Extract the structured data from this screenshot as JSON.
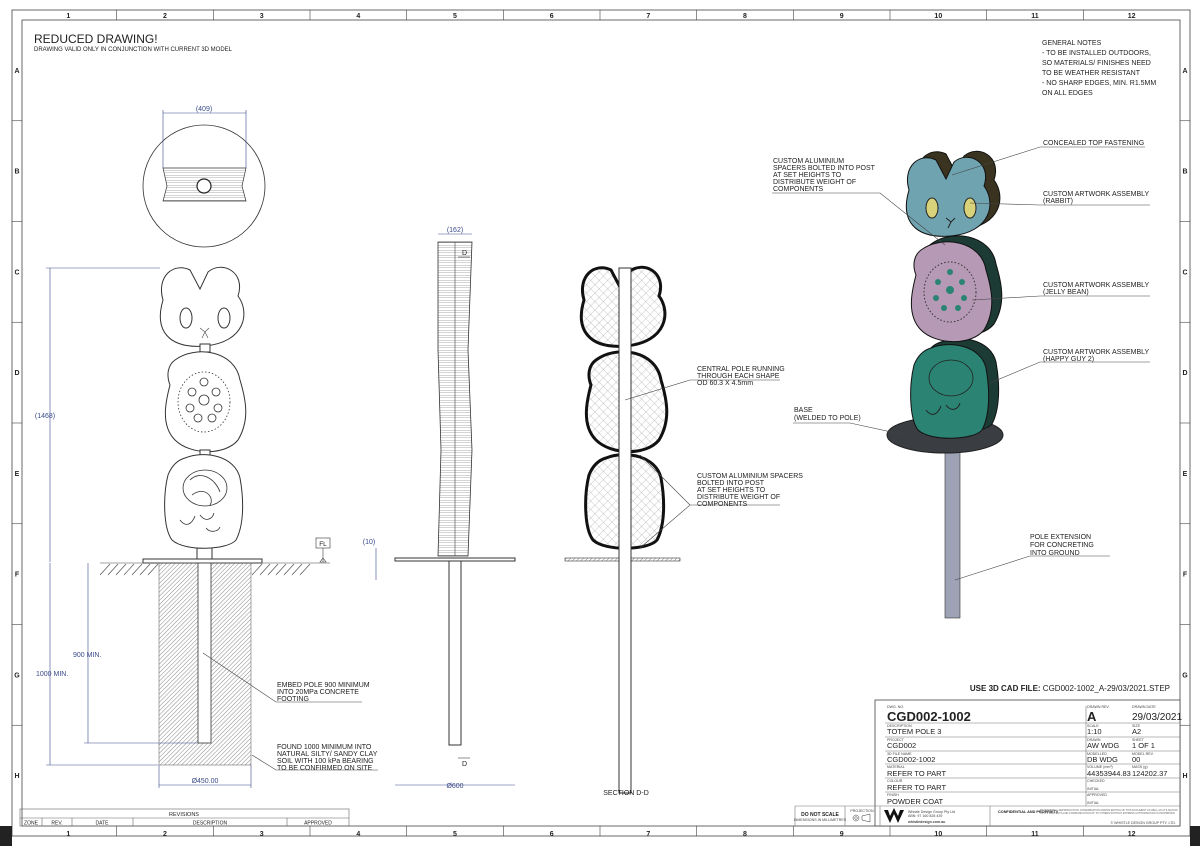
{
  "sheet": {
    "columns": [
      "1",
      "2",
      "3",
      "4",
      "5",
      "6",
      "7",
      "8",
      "9",
      "10",
      "11",
      "12"
    ],
    "rows": [
      "A",
      "B",
      "C",
      "D",
      "E",
      "F",
      "G",
      "H"
    ]
  },
  "header": {
    "title": "REDUCED DRAWING!",
    "subtitle": "DRAWING VALID ONLY IN CONJUNCTION WITH CURRENT 3D MODEL"
  },
  "general_notes": [
    "GENERAL NOTES",
    "- TO BE INSTALLED OUTDOORS,",
    "SO MATERIALS/ FINISHES NEED",
    "TO BE WEATHER RESISTANT",
    "- NO SHARP EDGES, MIN. R1.5MM",
    "ON ALL EDGES"
  ],
  "dimensions": {
    "top_width": "409",
    "height": "1468",
    "embed_depth": "900 MIN.",
    "footing_depth": "1000 MIN.",
    "footing_diameter": "Ø450.00",
    "floor_level": "FL",
    "plate_thickness": "10",
    "side_width": "162",
    "base_diameter": "Ø600",
    "section_marker": "D"
  },
  "annotations": {
    "embed": [
      "EMBED POLE 900 MINIMUM",
      "INTO 20MPa CONCRETE",
      "FOOTING"
    ],
    "found": [
      "FOUND 1000 MINIMUM INTO",
      "NATURAL SILTY/ SANDY CLAY",
      "SOIL WITH 100 kPa BEARING",
      "TO BE CONFIRMED ON SITE"
    ],
    "central_pole": [
      "CENTRAL POLE RUNNING",
      "THROUGH EACH SHAPE",
      "OD 60.3 X 4.5mm"
    ],
    "spacers_section": [
      "CUSTOM ALUMINIUM SPACERS",
      "BOLTED INTO POST",
      "AT  SET HEIGHTS TO",
      "DISTRIBUTE WEIGHT OF",
      "COMPONENTS"
    ],
    "section_title": "SECTION D-D",
    "spacers_3d": [
      "CUSTOM ALUMINIUM",
      "SPACERS BOLTED INTO POST",
      "AT  SET HEIGHTS TO",
      "DISTRIBUTE WEIGHT OF",
      "COMPONENTS"
    ],
    "top_fastening": "CONCEALED TOP FASTENING",
    "rabbit": [
      "CUSTOM ARTWORK ASSEMBLY",
      "(RABBIT)"
    ],
    "jelly_bean": [
      "CUSTOM ARTWORK ASSEMBLY",
      "(JELLY BEAN)"
    ],
    "happy_guy": [
      "CUSTOM ARTWORK ASSEMBLY",
      "(HAPPY GUY 2)"
    ],
    "base": [
      "BASE",
      "(WELDED TO POLE)"
    ],
    "pole_ext": [
      "POLE EXTENSION",
      "FOR CONCRETING",
      "INTO GROUND"
    ]
  },
  "colors": {
    "rabbit": "#6fa3b0",
    "jelly_bean": "#b69ab5",
    "happy_guy": "#2b8373",
    "eye": "#d8d27a",
    "dim": "#3a4a8a"
  },
  "title_block": {
    "cad_file_label": "USE 3D CAD FILE:",
    "cad_file": "CGD002-1002_A-29/03/2021.STEP",
    "dwg_no_label": "DWG. NO.",
    "dwg_no": "CGD002-1002",
    "rev_label": "DRAWN REV.",
    "rev": "A",
    "date_label": "DRAWN DATE",
    "date": "29/03/2021",
    "description_label": "DESCRIPTION",
    "description": "TOTEM POLE 3",
    "scale_label": "SCALE",
    "scale": "1:10",
    "size_label": "SIZE",
    "size": "A2",
    "project_label": "PROJECT",
    "project": "CGD002",
    "drawn_label": "DRAWN",
    "drawn": "AW WDG",
    "sheet_label": "SHEET",
    "sheet": "1 OF 1",
    "file_label": "3D FILE NAME",
    "file": "CGD002-1002",
    "modelled_label": "MODELLED",
    "modelled": "DB WDG",
    "model_rev_label": "MODEL REV.",
    "model_rev": "00",
    "material_label": "MATERIAL",
    "material": "REFER TO PART",
    "volume_label": "VOLUME (mm³)",
    "volume": "44353944.83",
    "mass_label": "MASS (g)",
    "mass": "124202.37",
    "colour_label": "COLOUR",
    "colour": "REFER TO PART",
    "checked_label": "CHECKED",
    "checked": "INITIAL",
    "finish_label": "FINISH",
    "finish": "POWDER COAT",
    "approved_label": "APPROVED",
    "approved": "INITIAL",
    "do_not_scale": "DO NOT SCALE",
    "dims_in": "DIMENSIONS IN MILLIMETRES",
    "projection": "PROJECTION",
    "company": "Whistle Design Group Pty Ltd",
    "abn": "ABN: 97 160 828 439",
    "website": "whistledesign.com.au",
    "confidential_title": "CONFIDENTIAL AND PROPRIETY",
    "confidential_text": "TRANSMITTAL, REPRODUCTION, DISSEMINATION AND/OR EDITING OF THIS DOCUMENT AS WELL AS UTILISATION OF ITS CONTENTS AND COMMUNICATION OF TO OTHERS WITHOUT EXPRESS AUTHORISATION IS PROHIBITED",
    "copyright": "© WHISTLE DESIGN GROUP PTY. LTD."
  },
  "revisions": {
    "title": "REVISIONS",
    "headers": [
      "ZONE",
      "REV.",
      "DATE",
      "DESCRIPTION",
      "APPROVED"
    ]
  }
}
